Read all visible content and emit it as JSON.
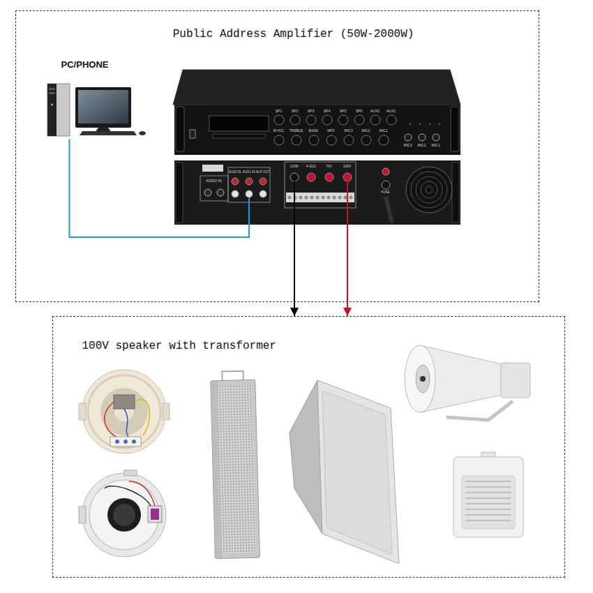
{
  "diagram": {
    "nodes": [
      {
        "text": [
          "Public Address Amplifier (50W-2000W)"
        ]
      },
      {
        "text": [
          "PC/PHONE"
        ],
        "in": 0
      },
      {
        "text": [
          "SP1",
          "SP2",
          "SP3",
          "SP4",
          "SP5",
          "SP6",
          "AUX2",
          "AUX1",
          "M VOL",
          "TREBLE",
          "BASS",
          "MP3",
          "MIC3",
          "MIC2",
          "MIC1",
          "MIC3",
          "MIC2",
          "MIC1"
        ],
        "in": 0
      },
      {
        "text": [
          "AUDIO IN",
          "AUX2 IN",
          "AUX1 IN",
          "AUX OUT",
          "COM",
          "4-16Ω",
          "70V",
          "100V",
          "FUSE"
        ],
        "in": 0
      },
      {
        "text": [
          "100V speaker with transformer"
        ]
      }
    ],
    "edges": [
      {
        "from": 1,
        "to": 3,
        "arrow": "none"
      },
      {
        "from": 3,
        "to": 4,
        "arrow": "to"
      },
      {
        "from": 3,
        "to": 4,
        "arrow": "to"
      }
    ]
  }
}
